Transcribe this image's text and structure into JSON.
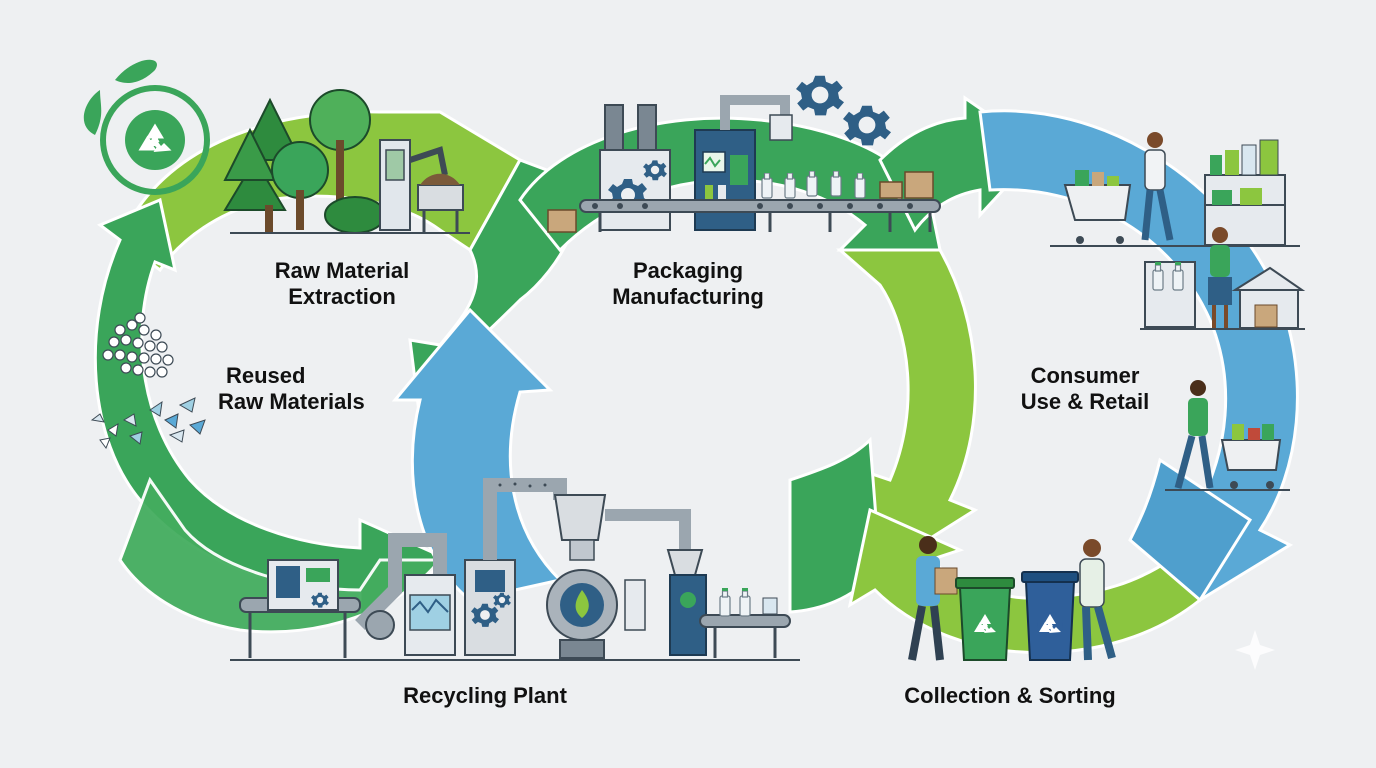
{
  "colors": {
    "background": "#eef0f2",
    "green_dark": "#3aa55a",
    "green_light": "#8cc63f",
    "blue": "#5aa9d6",
    "steel": "#5b6b78",
    "navy": "#2f5f86",
    "ink": "#111111"
  },
  "stages": {
    "raw_material": {
      "line1": "Raw Material",
      "line2": "Extraction"
    },
    "packaging": {
      "line1": "Packaging",
      "line2": "Manufacturing"
    },
    "consumer": {
      "line1": "Consumer",
      "line2": "Use & Retail"
    },
    "collection": {
      "line1": "Collection & Sorting"
    },
    "recycling": {
      "line1": "Recycling Plant"
    },
    "reused": {
      "line1": "Reused",
      "line2": "Raw Materials"
    }
  },
  "icons": {
    "logo": "leaf-recycle-icon",
    "trees": "forest-icon",
    "factory": "factory-icon",
    "gears": "gear-icon",
    "shoppers": "shopper-icon",
    "bins": "recycle-bin-icon",
    "plant": "recycling-plant-icon",
    "pellets": "pellets-icon"
  }
}
